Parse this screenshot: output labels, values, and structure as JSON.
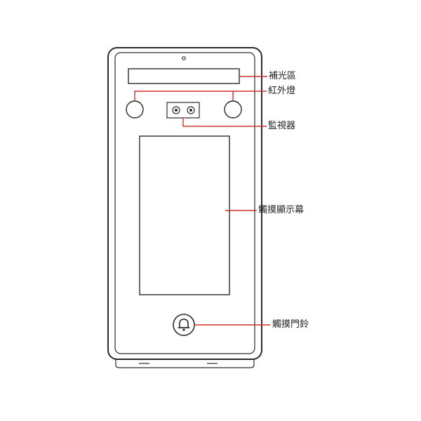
{
  "colors": {
    "outline": "#2b2b2b",
    "leader_line": "#d0312d",
    "label_text": "#222222",
    "background": "#ffffff"
  },
  "components": [
    {
      "id": "fill-light",
      "label": "補光區"
    },
    {
      "id": "infrared-light",
      "label": "紅外燈"
    },
    {
      "id": "camera",
      "label": "監視器"
    },
    {
      "id": "touch-display",
      "label": "觸摸顯示幕"
    },
    {
      "id": "touch-doorbell",
      "label": "觸摸門鈴"
    }
  ]
}
